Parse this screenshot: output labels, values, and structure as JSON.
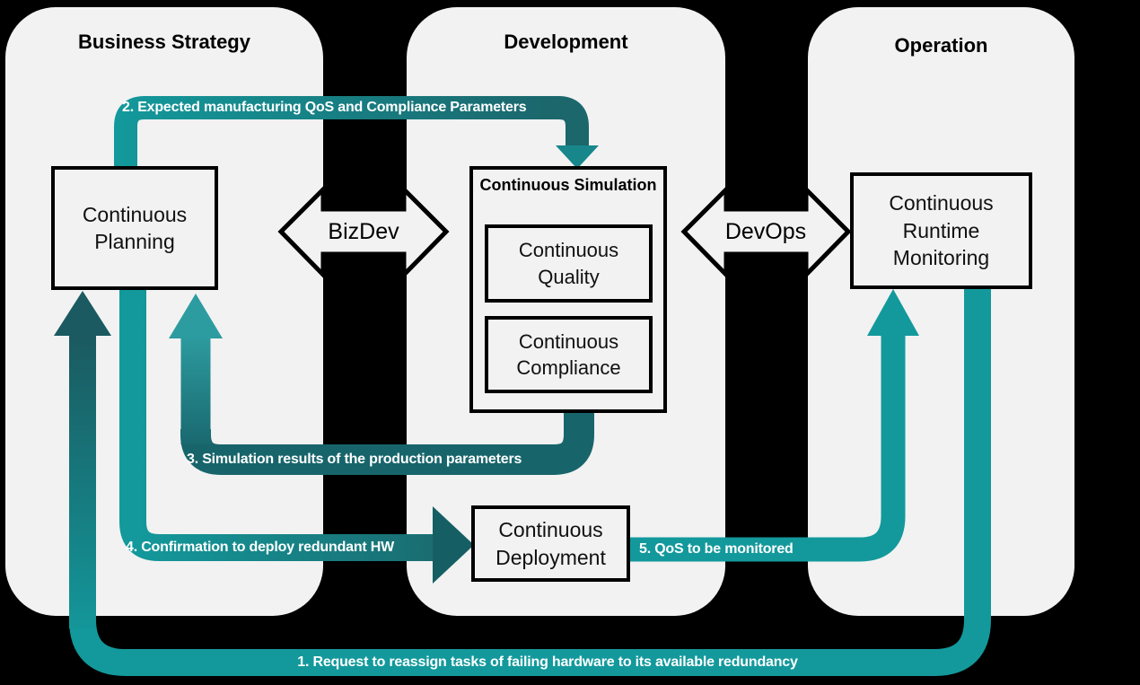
{
  "diagram": {
    "background_color": "#000000",
    "panel_color": "#f2f2f2",
    "colors": {
      "teal_bright": "#13999c",
      "teal_medium": "#2d9ca0",
      "teal_dark": "#1a5a60",
      "teal_bar_dark": "#17656b",
      "arrowhead_dark": "#155f64",
      "arrow2_end": "#17878c"
    },
    "lanes": {
      "business_strategy": {
        "title": "Business Strategy"
      },
      "development": {
        "title": "Development"
      },
      "operation": {
        "title": "Operation"
      }
    },
    "nodes": {
      "continuous_planning": {
        "label": "Continuous\nPlanning"
      },
      "continuous_simulation": {
        "title": "Continuous Simulation"
      },
      "continuous_quality": {
        "label": "Continuous\nQuality"
      },
      "continuous_compliance": {
        "label": "Continuous\nCompliance"
      },
      "continuous_deployment": {
        "label": "Continuous\nDeployment"
      },
      "continuous_runtime_monitoring": {
        "label": "Continuous\nRuntime\nMonitoring"
      }
    },
    "connectors": {
      "bizdev": {
        "label": "BizDev"
      },
      "devops": {
        "label": "DevOps"
      }
    },
    "flows": {
      "f1": {
        "label": "1. Request to reassign tasks of failing hardware to its available redundancy"
      },
      "f2": {
        "label": "2. Expected manufacturing QoS and Compliance Parameters"
      },
      "f3": {
        "label": "3. Simulation results of the production parameters"
      },
      "f4": {
        "label": "4. Confirmation to deploy redundant HW"
      },
      "f5": {
        "label": "5. QoS to be monitored"
      }
    }
  }
}
